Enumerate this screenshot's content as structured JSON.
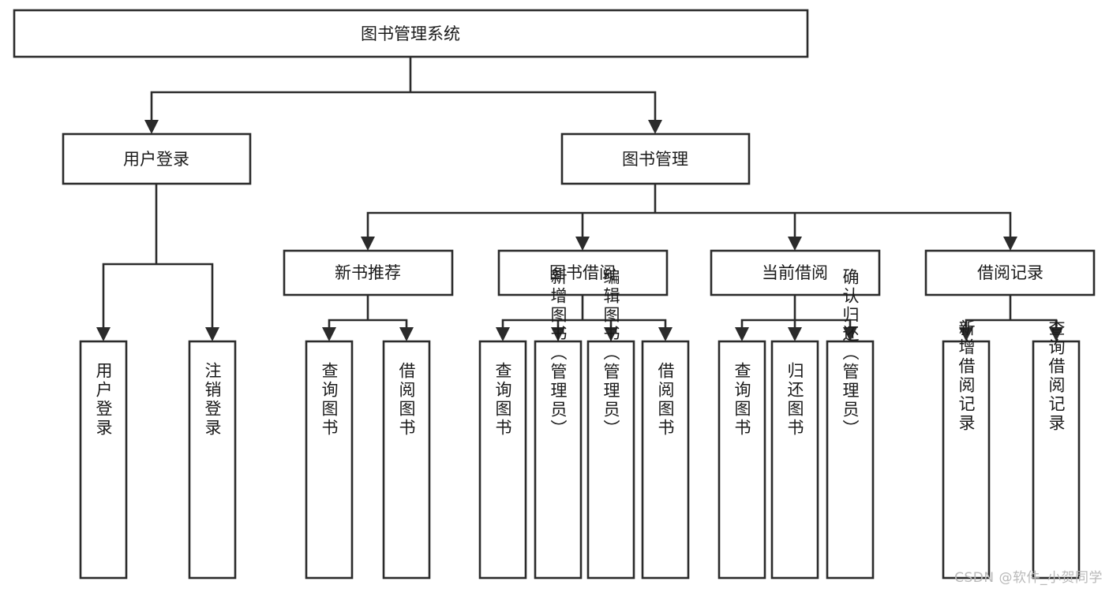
{
  "diagram": {
    "type": "tree",
    "title": "图书管理系统",
    "orientation": "top-down",
    "watermark": "CSDN @软件_小贺同学",
    "colors": {
      "stroke": "#2b2b2b",
      "box_fill": "#ffffff",
      "text": "#1a1a1a",
      "watermark": "#b9b9b9",
      "background": "#ffffff"
    },
    "levels": 4,
    "nodes": {
      "root": {
        "label": "图书管理系统",
        "level": 1
      },
      "user_login": {
        "label": "用户登录",
        "level": 2
      },
      "book_manage": {
        "label": "图书管理",
        "level": 2
      },
      "new_book_rec": {
        "label": "新书推荐",
        "level": 3
      },
      "book_borrow": {
        "label": "图书借阅",
        "level": 3
      },
      "current_borrow": {
        "label": "当前借阅",
        "level": 3
      },
      "borrow_record": {
        "label": "借阅记录",
        "level": 3
      },
      "leaf_user_login": {
        "label": "用户登录",
        "level": 4
      },
      "leaf_logout": {
        "label": "注销登录",
        "level": 4
      },
      "leaf_query_book_1": {
        "label": "查询图书",
        "level": 4
      },
      "leaf_borrow_book_1": {
        "label": "借阅图书",
        "level": 4
      },
      "leaf_query_book_2": {
        "label": "查询图书",
        "level": 4
      },
      "leaf_add_book": {
        "label": "新增图书（管理员）",
        "level": 4
      },
      "leaf_edit_book": {
        "label": "编辑图书（管理员）",
        "level": 4
      },
      "leaf_borrow_book_2": {
        "label": "借阅图书",
        "level": 4
      },
      "leaf_query_book_3": {
        "label": "查询图书",
        "level": 4
      },
      "leaf_return_book": {
        "label": "归还图书",
        "level": 4
      },
      "leaf_confirm_return": {
        "label": "确认归还（管理员）",
        "level": 4
      },
      "leaf_add_record": {
        "label": "新增借阅记录",
        "level": 4
      },
      "leaf_query_record": {
        "label": "查询借阅记录",
        "level": 4
      }
    },
    "edges": [
      {
        "from": "root",
        "to": "user_login"
      },
      {
        "from": "root",
        "to": "book_manage"
      },
      {
        "from": "user_login",
        "to": "leaf_user_login"
      },
      {
        "from": "user_login",
        "to": "leaf_logout"
      },
      {
        "from": "book_manage",
        "to": "new_book_rec"
      },
      {
        "from": "book_manage",
        "to": "book_borrow"
      },
      {
        "from": "book_manage",
        "to": "current_borrow"
      },
      {
        "from": "book_manage",
        "to": "borrow_record"
      },
      {
        "from": "new_book_rec",
        "to": "leaf_query_book_1"
      },
      {
        "from": "new_book_rec",
        "to": "leaf_borrow_book_1"
      },
      {
        "from": "book_borrow",
        "to": "leaf_query_book_2"
      },
      {
        "from": "book_borrow",
        "to": "leaf_add_book"
      },
      {
        "from": "book_borrow",
        "to": "leaf_edit_book"
      },
      {
        "from": "book_borrow",
        "to": "leaf_borrow_book_2"
      },
      {
        "from": "current_borrow",
        "to": "leaf_query_book_3"
      },
      {
        "from": "current_borrow",
        "to": "leaf_return_book"
      },
      {
        "from": "current_borrow",
        "to": "leaf_confirm_return"
      },
      {
        "from": "borrow_record",
        "to": "leaf_add_record"
      },
      {
        "from": "borrow_record",
        "to": "leaf_query_record"
      }
    ]
  }
}
